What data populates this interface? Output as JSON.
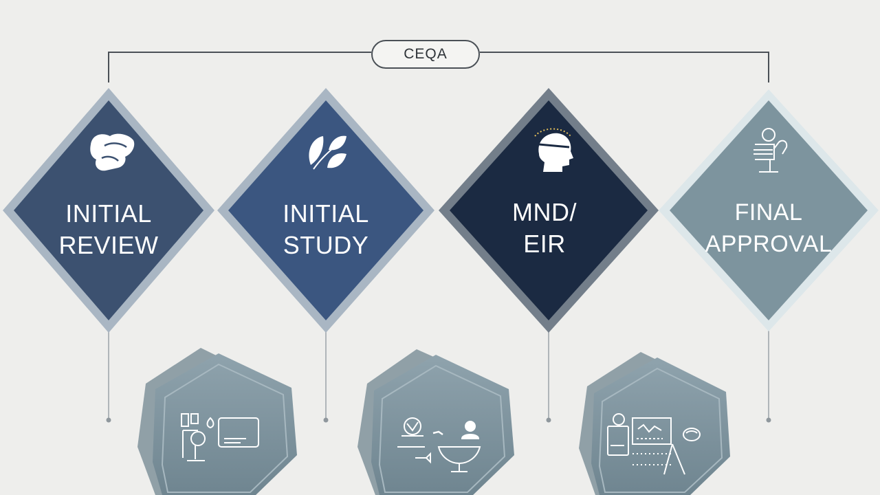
{
  "header": {
    "title": "CEQA"
  },
  "steps": [
    {
      "line1": "INITIAL",
      "line2": "REVIEW",
      "icon": "hand-icon",
      "fill": "#3c5170",
      "border": "#a9b6c3"
    },
    {
      "line1": "INITIAL",
      "line2": "STUDY",
      "icon": "leaf-icon",
      "fill": "#3b5680",
      "border": "#a9b6c3"
    },
    {
      "line1": "MND/",
      "line2": "EIR",
      "icon": "head-icon",
      "fill": "#1b2a42",
      "border": "#737e8a"
    },
    {
      "line1": "FINAL",
      "line2": "APPROVAL",
      "icon": "person-icon",
      "fill": "#7d949e",
      "border": "#dde7ea"
    }
  ],
  "details": [
    {
      "icon": "workstation-icon"
    },
    {
      "icon": "meeting-icon"
    },
    {
      "icon": "presentation-icon"
    }
  ]
}
